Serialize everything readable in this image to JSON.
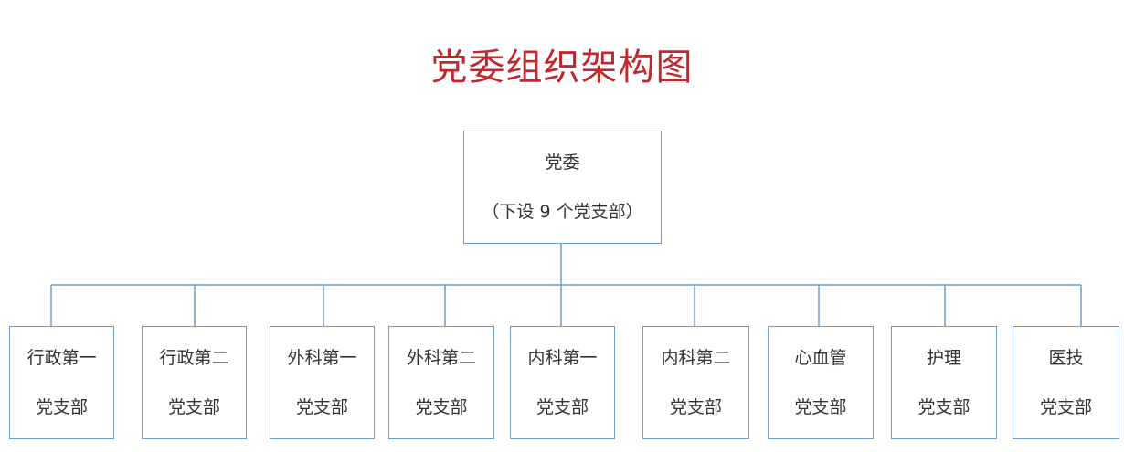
{
  "title": "党委组织架构图",
  "root": {
    "line1": "党委",
    "line2": "（下设 9 个党支部）"
  },
  "branches": [
    {
      "line1": "行政第一",
      "line2": "党支部"
    },
    {
      "line1": "行政第二",
      "line2": "党支部"
    },
    {
      "line1": "外科第一",
      "line2": "党支部"
    },
    {
      "line1": "外科第二",
      "line2": "党支部"
    },
    {
      "line1": "内科第一",
      "line2": "党支部"
    },
    {
      "line1": "内科第二",
      "line2": "党支部"
    },
    {
      "line1": "心血管",
      "line2": "党支部"
    },
    {
      "line1": "护理",
      "line2": "党支部"
    },
    {
      "line1": "医技",
      "line2": "党支部"
    }
  ],
  "colors": {
    "title": "#c0282d",
    "border": "#6c9ccc",
    "connector": "#6c9ccc",
    "text": "#333333"
  }
}
